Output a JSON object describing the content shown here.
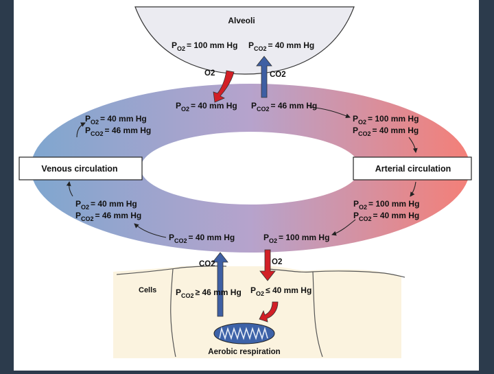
{
  "alveoli": {
    "title": "Alveoli",
    "po2": {
      "symbol": "P",
      "sub": "O2",
      "value": "= 100 mm Hg"
    },
    "pco2": {
      "symbol": "P",
      "sub": "CO2",
      "value": "= 40 mm Hg"
    }
  },
  "exchange_top": {
    "o2_label": "O2",
    "co2_label": "CO2"
  },
  "loop_top": {
    "po2": {
      "symbol": "P",
      "sub": "O2",
      "value": "= 40 mm Hg"
    },
    "pco2": {
      "symbol": "P",
      "sub": "CO2",
      "value": "= 46 mm Hg"
    }
  },
  "venous_upper": {
    "po2": {
      "symbol": "P",
      "sub": "O2",
      "value": "= 40 mm Hg"
    },
    "pco2": {
      "symbol": "P",
      "sub": "CO2",
      "value": "= 46 mm Hg"
    }
  },
  "arterial_upper": {
    "po2": {
      "symbol": "P",
      "sub": "O2",
      "value": "= 100 mm Hg"
    },
    "pco2": {
      "symbol": "P",
      "sub": "CO2",
      "value": "= 40 mm Hg"
    }
  },
  "venous_label": "Venous circulation",
  "arterial_label": "Arterial circulation",
  "venous_lower": {
    "po2": {
      "symbol": "P",
      "sub": "O2",
      "value": "= 40 mm Hg"
    },
    "pco2": {
      "symbol": "P",
      "sub": "CO2",
      "value": "= 46 mm Hg"
    }
  },
  "arterial_lower": {
    "po2": {
      "symbol": "P",
      "sub": "O2",
      "value": "= 100 mm Hg"
    },
    "pco2": {
      "symbol": "P",
      "sub": "CO2",
      "value": "= 40 mm Hg"
    }
  },
  "loop_bottom": {
    "pco2": {
      "symbol": "P",
      "sub": "CO2",
      "value": "= 40 mm Hg"
    },
    "po2": {
      "symbol": "P",
      "sub": "O2",
      "value": "= 100 mm Hg"
    }
  },
  "exchange_bottom": {
    "co2_label": "CO2",
    "o2_label": "O2"
  },
  "cells": {
    "label": "Cells",
    "pco2": {
      "symbol": "P",
      "sub": "CO2",
      "value": "≥ 46 mm Hg"
    },
    "po2": {
      "symbol": "P",
      "sub": "O2",
      "value": "≤ 40 mm Hg"
    },
    "caption": "Aerobic respiration"
  },
  "colors": {
    "venous_blue": "#7fa6cf",
    "mid_purple": "#b6a3cc",
    "arterial_red": "#f47f77",
    "o2_arrow_red": "#d21f26",
    "co2_arrow_blue": "#3e5fa3",
    "alveoli_fill": "#ebebf1",
    "cells_fill": "#fbf3df",
    "mitochondrion": "#3d62a8"
  }
}
